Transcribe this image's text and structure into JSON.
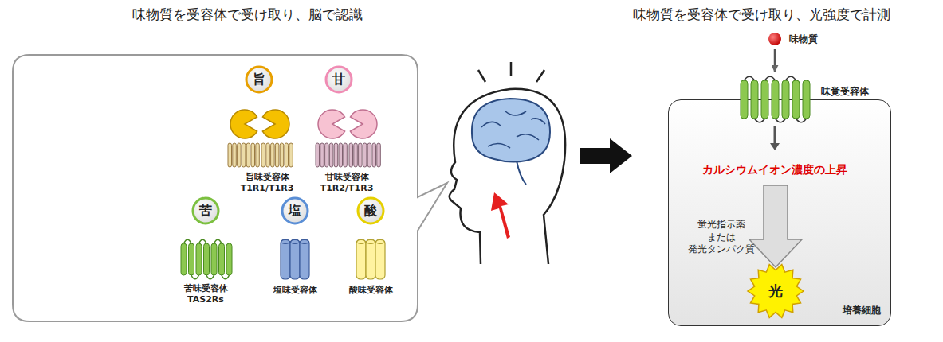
{
  "diagram": {
    "nodes": [
      {
        "text": []
      },
      {
        "text": [
          "旨"
        ],
        "in": 0
      },
      {
        "text": [
          "甘"
        ],
        "in": 0
      },
      {
        "text": [
          "旨味受容体 T1R1/T1R3"
        ],
        "in": 0
      },
      {
        "text": [
          "甘味受容体 T1R2/T1R3"
        ],
        "in": 0
      },
      {
        "text": [
          "苦"
        ],
        "in": 0
      },
      {
        "text": [
          "塩"
        ],
        "in": 0
      },
      {
        "text": [
          "酸"
        ],
        "in": 0
      },
      {
        "text": [
          "苦味受容体 TAS2Rs"
        ],
        "in": 0
      },
      {
        "text": [
          "塩味受容体"
        ],
        "in": 0
      },
      {
        "text": [
          "酸味受容体"
        ],
        "in": 0
      },
      {
        "text": [
          "味物質"
        ]
      },
      {
        "text": [
          "培養細胞"
        ]
      },
      {
        "text": [
          "味覚受容体"
        ],
        "in": 12
      },
      {
        "text": [
          "光"
        ],
        "in": 12
      }
    ],
    "edges": [
      {
        "from": 1,
        "to": 3,
        "arrow": "to"
      },
      {
        "from": 2,
        "to": 4,
        "arrow": "to"
      },
      {
        "from": 5,
        "to": 8,
        "arrow": "to"
      },
      {
        "from": 6,
        "to": 9,
        "arrow": "to"
      },
      {
        "from": 7,
        "to": 10,
        "arrow": "to"
      },
      {
        "from": 11,
        "to": 13,
        "arrow": "to"
      }
    ],
    "labels": [
      "味物質を受容体で受け取り、脳で認識",
      "味物質を受容体で受け取り、光強度で計測",
      "カルシウムイオン濃度の上昇",
      "蛍光指示薬 または 発光タンパク質"
    ]
  }
}
